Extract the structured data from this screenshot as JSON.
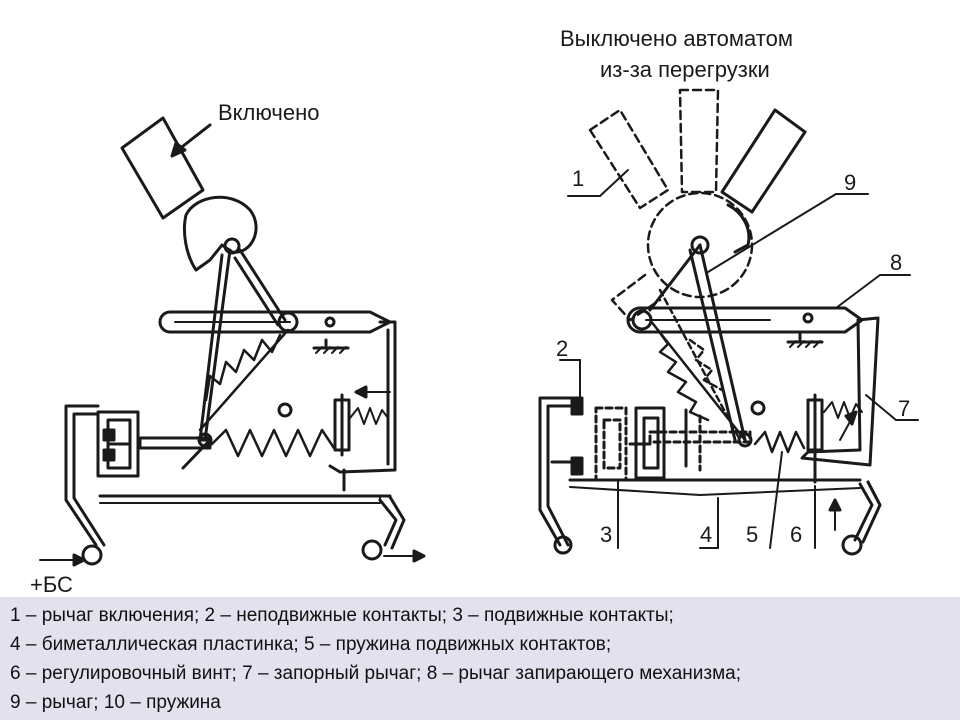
{
  "labels": {
    "on": "Включено",
    "tripped_line1": "Выключено автоматом",
    "tripped_line2": "из-за перегрузки",
    "terminal": "+БС",
    "n1": "1",
    "n2": "2",
    "n3": "3",
    "n4": "4",
    "n5": "5",
    "n6": "6",
    "n7": "7",
    "n8": "8",
    "n9": "9"
  },
  "caption": {
    "line1": "1 – рычаг включения; 2 – неподвижные контакты; 3 – подвижные контакты;",
    "line2": "4 – биметаллическая пластинка; 5 – пружина подвижных контактов;",
    "line3": "6 – регулировочный винт; 7 – запорный рычаг; 8 – рычаг  запирающего  механизма;",
    "line4": "9 – рычаг; 10 – пружина"
  }
}
